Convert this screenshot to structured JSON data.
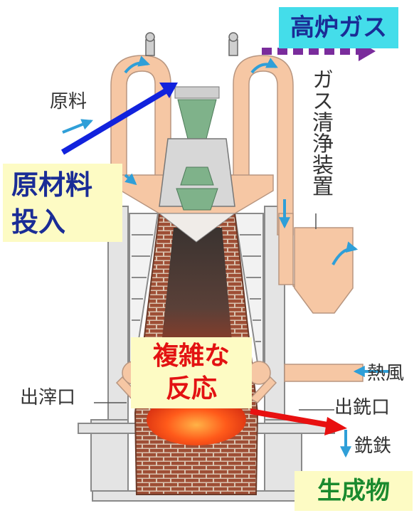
{
  "callouts": {
    "blast_furnace_gas": "高炉ガス",
    "raw_material_input_line1": "原材料",
    "raw_material_input_line2": "投入",
    "complex_reaction_line1": "複雑な",
    "complex_reaction_line2": "反応",
    "product": "生成物"
  },
  "labels": {
    "raw_material": "原料",
    "gas_cleaning": "ガス清浄装置",
    "hot_blast": "熱風",
    "slag_outlet": "出滓口",
    "tap_hole": "出銑口",
    "pig_iron": "銑鉄"
  },
  "colors": {
    "duct": "#f6c7a4",
    "brick": "#9e4e35",
    "cone_green": "#7fb28a",
    "flow_blue": "#2f9fd8",
    "callout_arrow_blue": "#1122dd",
    "callout_arrow_red": "#e81010",
    "gas_arrow_purple": "#7a2c9c"
  }
}
